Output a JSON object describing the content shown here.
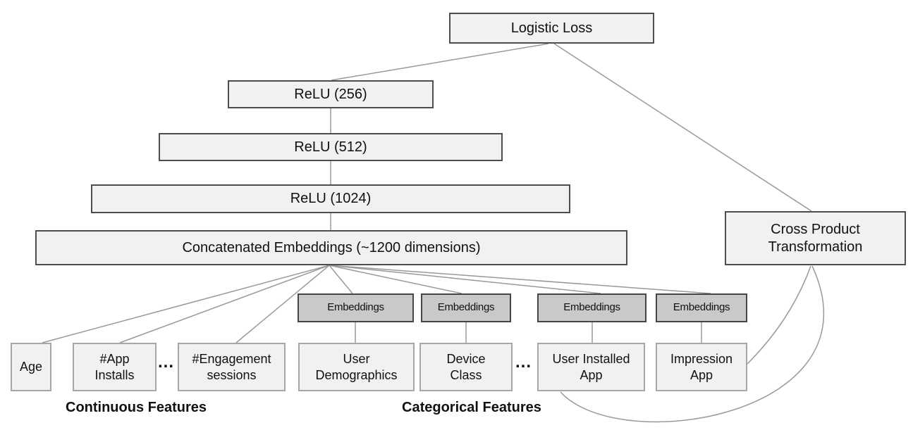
{
  "diagram": {
    "deep_column": {
      "logistic_loss": "Logistic Loss",
      "relu_256": "ReLU (256)",
      "relu_512": "ReLU (512)",
      "relu_1024": "ReLU (1024)",
      "concatenated": "Concatenated Embeddings (~1200 dimensions)"
    },
    "wide_column": {
      "cross_product": "Cross Product\nTransformation"
    },
    "embeddings": {
      "label": "Embeddings"
    },
    "continuous_features": {
      "group_label": "Continuous Features",
      "ellipsis": "...",
      "items": [
        "Age",
        "#App\nInstalls",
        "#Engagement\nsessions"
      ]
    },
    "categorical_features": {
      "group_label": "Categorical Features",
      "ellipsis": "...",
      "items": [
        "User\nDemographics",
        "Device\nClass",
        "User Installed\nApp",
        "Impression\nApp"
      ]
    },
    "colors": {
      "node_fill": "#f1f1f1",
      "node_border": "#4d4d4d",
      "embedding_fill": "#c9c9c9",
      "feature_border": "#a6a6a6",
      "connector": "#999999",
      "text": "#111111"
    }
  }
}
